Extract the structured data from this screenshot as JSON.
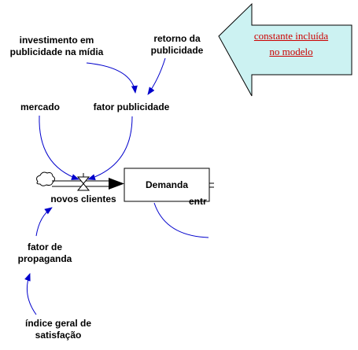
{
  "diagram": {
    "callout": {
      "text": "constante incluída\nno modelo"
    },
    "stock": {
      "label": "Demanda"
    },
    "rate": {
      "label": "novos clientes"
    },
    "variables": {
      "investimento": "investimento em\npublicidade na mídia",
      "retorno": "retorno da\npublicidade",
      "mercado": "mercado",
      "fator_publicidade": "fator publicidade",
      "fator_propaganda": "fator de\npropaganda",
      "indice_satisfacao": "índice geral de\nsatisfação",
      "outflow_partial": "entr"
    },
    "colors": {
      "link_arrow": "#0000cc",
      "callout_fill": "#ccf2f2",
      "callout_text": "#cc0000",
      "flow": "#000000"
    }
  }
}
